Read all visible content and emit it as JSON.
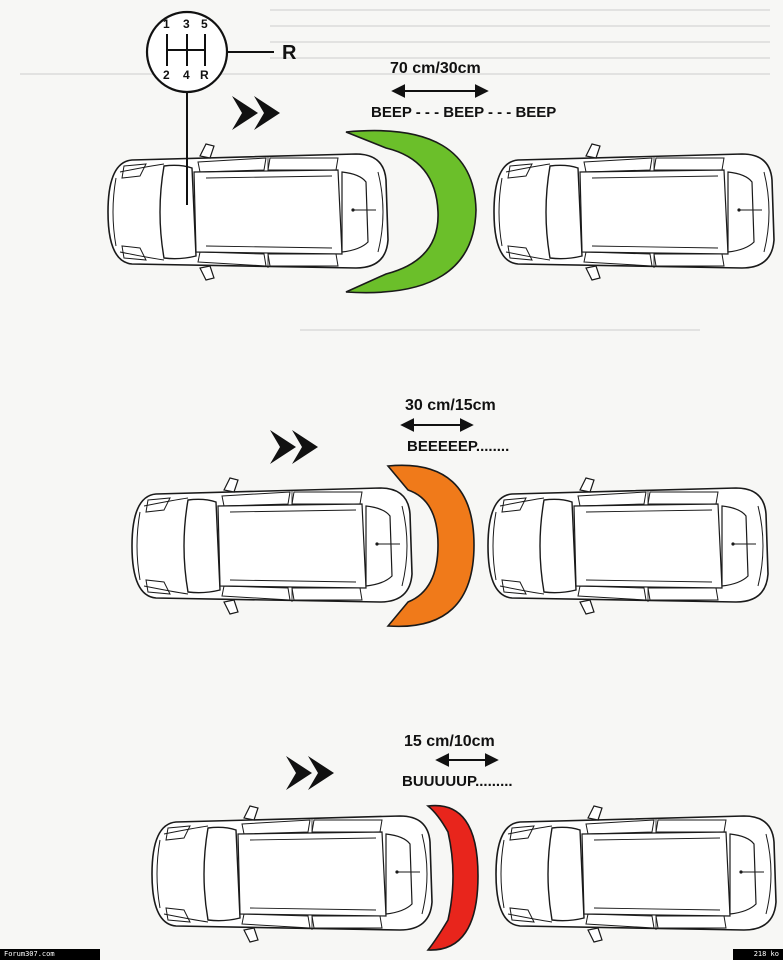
{
  "gear_shifter": {
    "top_gears": [
      "1",
      "3",
      "5"
    ],
    "bottom_gears": [
      "2",
      "4",
      "R"
    ],
    "callout": "R"
  },
  "scenes": [
    {
      "distance_label": "70 cm/30cm",
      "sound_label": "BEEP - - - BEEP - - - BEEP",
      "zone_color": "#6bbf2a"
    },
    {
      "distance_label": "30 cm/15cm",
      "sound_label": "BEEEEEP........",
      "zone_color": "#f07a1a"
    },
    {
      "distance_label": "15 cm/10cm",
      "sound_label": "BUUUUUP.........",
      "zone_color": "#e8251c"
    }
  ],
  "footer": {
    "left": "Forum307.com",
    "right": "218 ko"
  }
}
